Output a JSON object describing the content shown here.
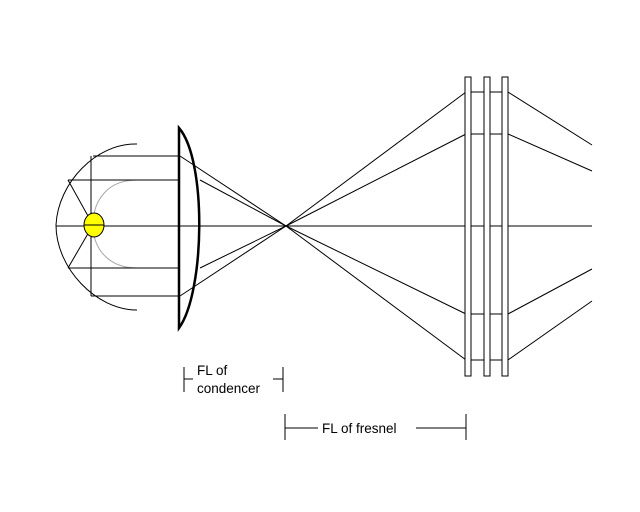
{
  "labels": {
    "condenser_line1": "FL of",
    "condenser_line2": "condencer",
    "fresnel": "FL of fresnel"
  },
  "colors": {
    "lamp": "#ffff00",
    "line": "#000000",
    "inner_reflector": "#a8a8a8",
    "background": "#ffffff"
  }
}
